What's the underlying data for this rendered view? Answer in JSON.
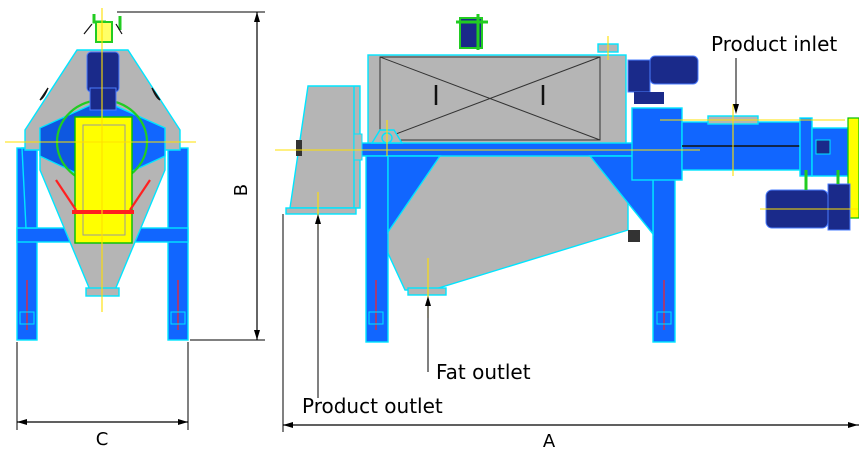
{
  "labels": {
    "product_inlet": "Product inlet",
    "fat_outlet": "Fat outlet",
    "product_outlet": "Product outlet",
    "dim_a": "A",
    "dim_b": "B",
    "dim_c": "C"
  },
  "colors": {
    "frame": "#1166ff",
    "outline": "#00e5ff",
    "housing": "#b5b5b5",
    "screen": "#ffff00",
    "motor": "#1a2a8a",
    "valve": "#22cc22",
    "accent": "#ff2020"
  }
}
